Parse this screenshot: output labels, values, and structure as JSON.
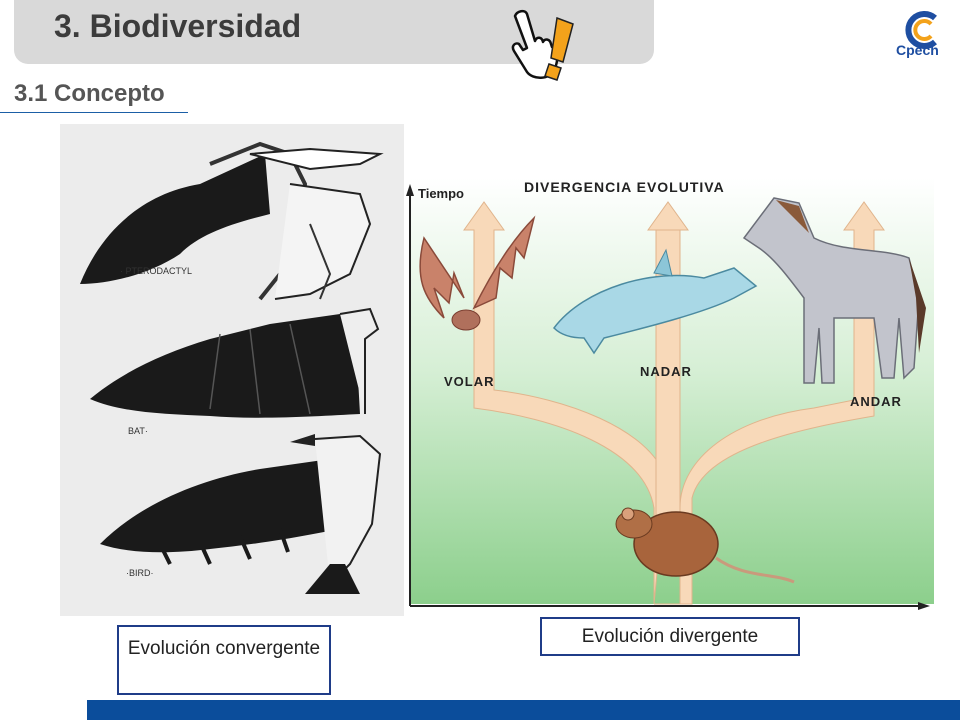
{
  "header": {
    "title": "3. Biodiversidad",
    "logo_text": "Cpech"
  },
  "section": {
    "subtitle": "3.1 Concepto"
  },
  "left_figure": {
    "labels": {
      "pterodactyl": "· PTERODACTYL",
      "bat": "BAT·",
      "bird": "·BIRD·"
    }
  },
  "right_figure": {
    "axis_label": "Tiempo",
    "heading": "DIVERGENCIA EVOLUTIVA",
    "branches": {
      "volar": "VOLAR",
      "nadar": "NADAR",
      "andar": "ANDAR"
    }
  },
  "captions": {
    "convergent": "Evolución convergente",
    "divergent": "Evolución divergente"
  },
  "colors": {
    "accent": "#0b4d9b",
    "title_bar": "#d9d9d9",
    "caption_border": "#1f3c88"
  }
}
